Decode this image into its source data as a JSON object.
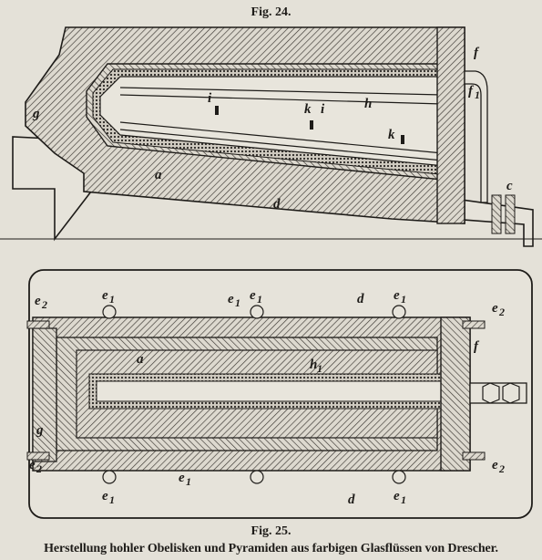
{
  "figures": {
    "fig24": {
      "caption": "Fig. 24.",
      "labels": {
        "g": "g",
        "f": "f",
        "f1": "f",
        "f1_sub": "1",
        "i_a": "i",
        "i_b": "i",
        "k_a": "k",
        "k_b": "k",
        "h": "h",
        "a": "a",
        "d": "d",
        "c": "c"
      }
    },
    "fig25": {
      "caption": "Fig. 25.",
      "labels": {
        "e_tl": "e",
        "e_tl_sub": "2",
        "e_t1": "e",
        "e_t1_sub": "1",
        "e_t2": "e",
        "e_t2_sub": "1",
        "e_t3": "e",
        "e_t3_sub": "1",
        "e_t4": "e",
        "e_t4_sub": "1",
        "d_top": "d",
        "e_tr": "e",
        "e_tr_sub": "2",
        "f": "f",
        "a": "a",
        "h": "h",
        "h_sub": "1",
        "g": "g",
        "e_bl": "e",
        "e_bl_sub": "2",
        "e_br": "e",
        "e_br_sub": "2",
        "e_mid": "e",
        "e_mid_sub": "1",
        "e_b1": "e",
        "e_b1_sub": "1",
        "e_b2": "e",
        "e_b2_sub": "1",
        "d_bottom": "d"
      }
    }
  },
  "plate_title": "Herstellung hohler Obelisken und Pyramiden aus farbigen Glasflüssen von Drescher."
}
